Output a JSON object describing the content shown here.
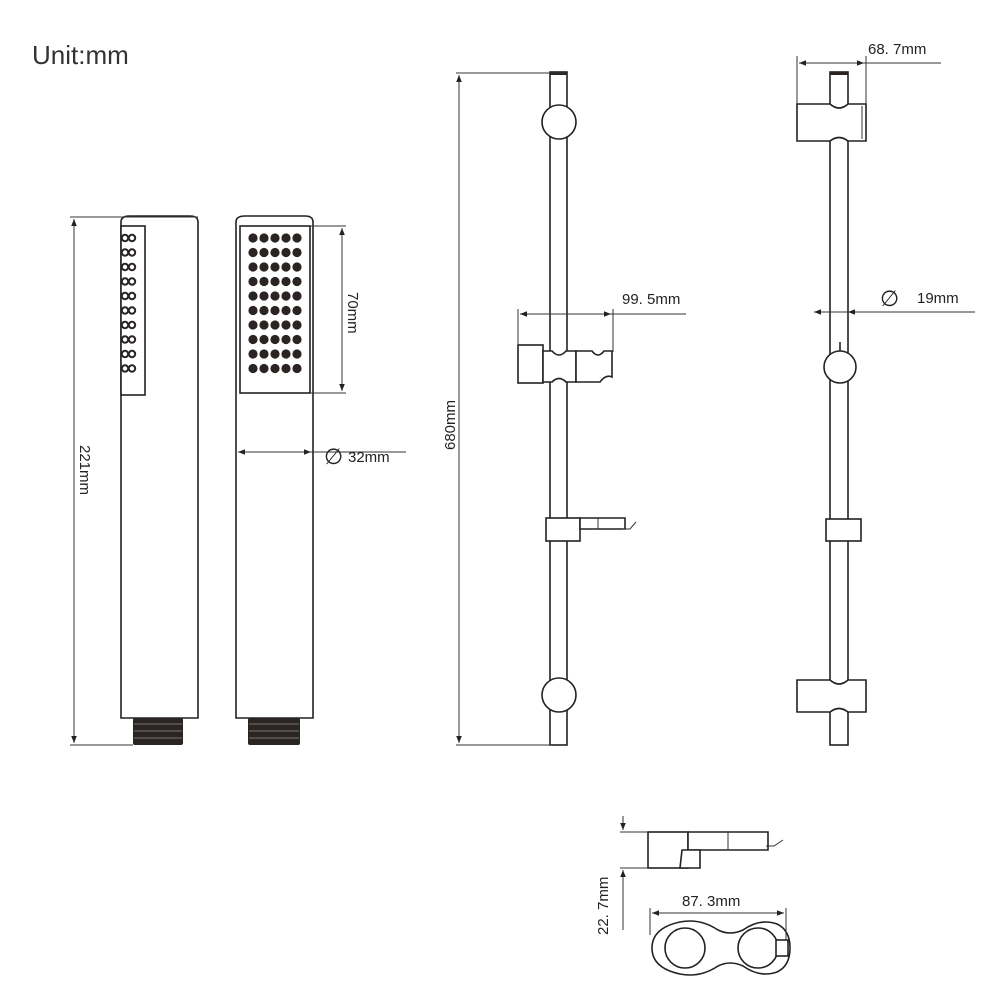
{
  "unit_label": "Unit:mm",
  "handshower": {
    "length": "221mm",
    "spray_face_height": "70mm",
    "diameter": "32mm",
    "diameter_symbol": "∅"
  },
  "slide_rail": {
    "length": "680mm",
    "holder_width": "99. 5mm",
    "bracket_depth": "68. 7mm",
    "rail_diameter": "19mm",
    "diameter_symbol": "∅"
  },
  "soap_holder": {
    "height": "22. 7mm",
    "width": "87. 3mm"
  },
  "colors": {
    "line": "#222222",
    "background": "#ffffff",
    "fill_dark": "#2a2422"
  }
}
